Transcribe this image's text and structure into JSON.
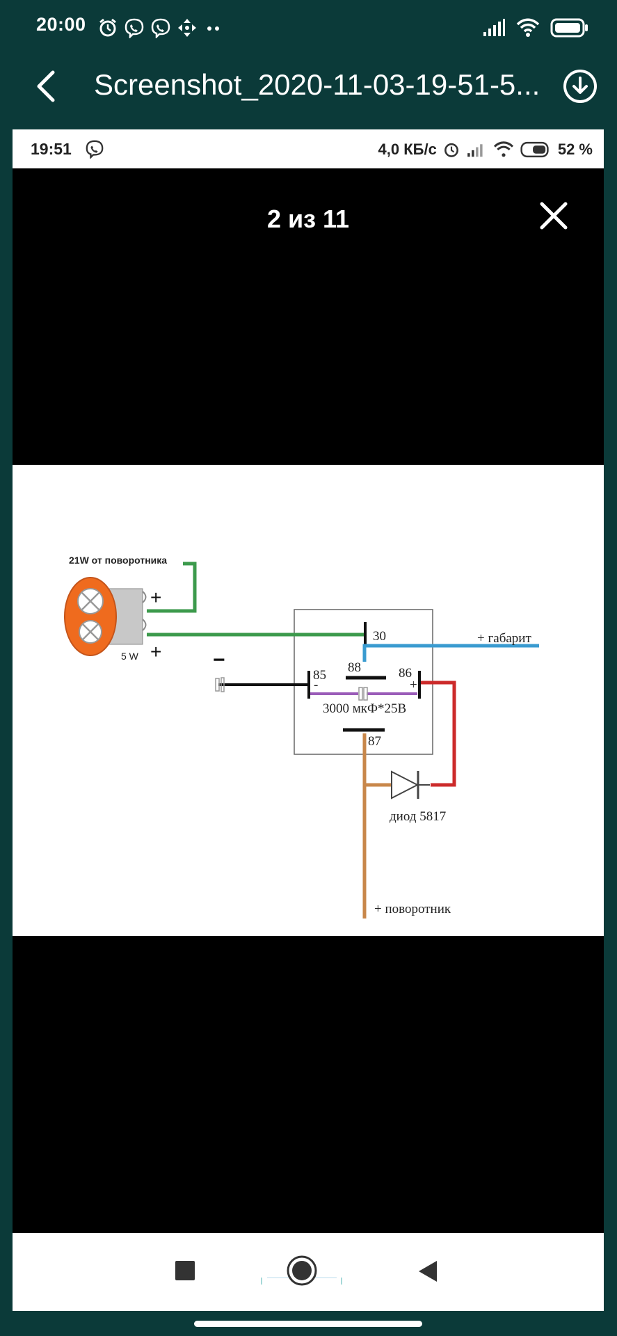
{
  "status_bar": {
    "time": "20:00",
    "icons": [
      "alarm-icon",
      "viber-icon",
      "viber-icon",
      "move-icon",
      "more-dots-icon"
    ],
    "right_icons": [
      "signal-icon",
      "wifi-icon",
      "battery-icon"
    ]
  },
  "app_bar": {
    "title": "Screenshot_2020-11-03-19-51-5...",
    "back_icon": "back-arrow-icon",
    "download_icon": "download-icon"
  },
  "inner_status_bar": {
    "time": "19:51",
    "speed": "4,0 КБ/с",
    "battery": "52 %"
  },
  "viewer": {
    "counter": "2 из 11",
    "close_icon": "close-icon"
  },
  "diagram": {
    "lamp_label": "21W от поворотника",
    "lamp_plus_top": "+",
    "lamp_plus_bottom": "+",
    "lamp_5w": "5 W",
    "minus": "−",
    "pin_30": "30",
    "pin_88": "88",
    "pin_85": "85",
    "pin_85_sign": "-",
    "pin_86": "86",
    "pin_86_sign": "+",
    "pin_87": "87",
    "capacitor": "3000 мкФ*25В",
    "gabarit": "+ габарит",
    "diode": "диод 5817",
    "povorotnik": "+ поворотник",
    "colors": {
      "green": "#3c9a4c",
      "blue": "#3a9bd0",
      "red": "#cc2a2a",
      "orange_wire": "#c8874a",
      "purple": "#9a5cb8",
      "lamp_orange": "#ef6b1e"
    }
  },
  "nav_bar": {
    "buttons": [
      "recents-square-icon",
      "home-circle-icon",
      "back-triangle-icon"
    ]
  }
}
